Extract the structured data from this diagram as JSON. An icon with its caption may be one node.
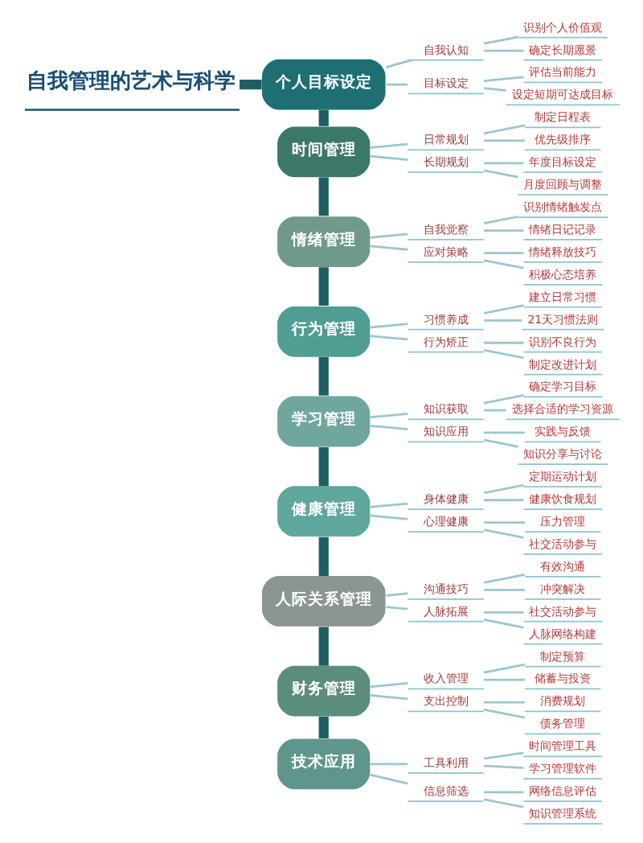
{
  "diagram": {
    "nodes": [
      {
        "text": [
          "自我管理的艺术与科学"
        ]
      },
      {
        "text": [
          "个人目标设定"
        ]
      },
      {
        "text": [
          "自我认知"
        ]
      },
      {
        "text": [
          "识别个人价值观"
        ]
      },
      {
        "text": [
          "确定长期愿景"
        ]
      },
      {
        "text": [
          "目标设定"
        ]
      },
      {
        "text": [
          "评估当前能力"
        ]
      },
      {
        "text": [
          "设定短期可达成目标"
        ]
      },
      {
        "text": [
          "时间管理"
        ]
      },
      {
        "text": [
          "日常规划"
        ]
      },
      {
        "text": [
          "制定日程表"
        ]
      },
      {
        "text": [
          "优先级排序"
        ]
      },
      {
        "text": [
          "长期规划"
        ]
      },
      {
        "text": [
          "年度目标设定"
        ]
      },
      {
        "text": [
          "月度回顾与调整"
        ]
      },
      {
        "text": [
          "情绪管理"
        ]
      },
      {
        "text": [
          "自我觉察"
        ]
      },
      {
        "text": [
          "识别情绪触发点"
        ]
      },
      {
        "text": [
          "情绪日记记录"
        ]
      },
      {
        "text": [
          "应对策略"
        ]
      },
      {
        "text": [
          "情绪释放技巧"
        ]
      },
      {
        "text": [
          "积极心态培养"
        ]
      },
      {
        "text": [
          "行为管理"
        ]
      },
      {
        "text": [
          "习惯养成"
        ]
      },
      {
        "text": [
          "建立日常习惯"
        ]
      },
      {
        "text": [
          "21天习惯法则"
        ]
      },
      {
        "text": [
          "行为矫正"
        ]
      },
      {
        "text": [
          "识别不良行为"
        ]
      },
      {
        "text": [
          "制定改进计划"
        ]
      },
      {
        "text": [
          "学习管理"
        ]
      },
      {
        "text": [
          "知识获取"
        ]
      },
      {
        "text": [
          "确定学习目标"
        ]
      },
      {
        "text": [
          "选择合适的学习资源"
        ]
      },
      {
        "text": [
          "知识应用"
        ]
      },
      {
        "text": [
          "实践与反馈"
        ]
      },
      {
        "text": [
          "知识分享与讨论"
        ]
      },
      {
        "text": [
          "健康管理"
        ]
      },
      {
        "text": [
          "身体健康"
        ]
      },
      {
        "text": [
          "定期运动计划"
        ]
      },
      {
        "text": [
          "健康饮食规划"
        ]
      },
      {
        "text": [
          "心理健康"
        ]
      },
      {
        "text": [
          "压力管理"
        ]
      },
      {
        "text": [
          "社交活动参与"
        ]
      },
      {
        "text": [
          "人际关系管理"
        ]
      },
      {
        "text": [
          "沟通技巧"
        ]
      },
      {
        "text": [
          "有效沟通"
        ]
      },
      {
        "text": [
          "冲突解决"
        ]
      },
      {
        "text": [
          "人脉拓展"
        ]
      },
      {
        "text": [
          "社交活动参与"
        ]
      },
      {
        "text": [
          "人脉网络构建"
        ]
      },
      {
        "text": [
          "财务管理"
        ]
      },
      {
        "text": [
          "收入管理"
        ]
      },
      {
        "text": [
          "制定预算"
        ]
      },
      {
        "text": [
          "储蓄与投资"
        ]
      },
      {
        "text": [
          "支出控制"
        ]
      },
      {
        "text": [
          "消费规划"
        ]
      },
      {
        "text": [
          "债务管理"
        ]
      },
      {
        "text": [
          "技术应用"
        ]
      },
      {
        "text": [
          "工具利用"
        ]
      },
      {
        "text": [
          "时间管理工具"
        ]
      },
      {
        "text": [
          "学习管理软件"
        ]
      },
      {
        "text": [
          "信息筛选"
        ]
      },
      {
        "text": [
          "网络信息评估"
        ]
      },
      {
        "text": [
          "知识管理系统"
        ]
      }
    ],
    "edges": [
      {
        "from": 0,
        "to": 1,
        "arrow": "none",
        "style": "thick",
        "color": "#1f5f63"
      },
      {
        "from": 1,
        "to": 2,
        "arrow": "none"
      },
      {
        "from": 2,
        "to": 3,
        "arrow": "none"
      },
      {
        "from": 2,
        "to": 4,
        "arrow": "none"
      },
      {
        "from": 1,
        "to": 5,
        "arrow": "none"
      },
      {
        "from": 5,
        "to": 6,
        "arrow": "none"
      },
      {
        "from": 5,
        "to": 7,
        "arrow": "none"
      },
      {
        "from": 1,
        "to": 8,
        "arrow": "none",
        "style": "thick",
        "color": "#1f5f63"
      },
      {
        "from": 8,
        "to": 9,
        "arrow": "none"
      },
      {
        "from": 9,
        "to": 10,
        "arrow": "none"
      },
      {
        "from": 9,
        "to": 11,
        "arrow": "none"
      },
      {
        "from": 8,
        "to": 12,
        "arrow": "none"
      },
      {
        "from": 12,
        "to": 13,
        "arrow": "none"
      },
      {
        "from": 12,
        "to": 14,
        "arrow": "none"
      },
      {
        "from": 8,
        "to": 15,
        "arrow": "none",
        "style": "thick",
        "color": "#1f5f63"
      },
      {
        "from": 15,
        "to": 16,
        "arrow": "none"
      },
      {
        "from": 16,
        "to": 17,
        "arrow": "none"
      },
      {
        "from": 16,
        "to": 18,
        "arrow": "none"
      },
      {
        "from": 15,
        "to": 19,
        "arrow": "none"
      },
      {
        "from": 19,
        "to": 20,
        "arrow": "none"
      },
      {
        "from": 19,
        "to": 21,
        "arrow": "none"
      },
      {
        "from": 15,
        "to": 22,
        "arrow": "none",
        "style": "thick",
        "color": "#1f5f63"
      },
      {
        "from": 22,
        "to": 23,
        "arrow": "none"
      },
      {
        "from": 23,
        "to": 24,
        "arrow": "none"
      },
      {
        "from": 23,
        "to": 25,
        "arrow": "none"
      },
      {
        "from": 22,
        "to": 26,
        "arrow": "none"
      },
      {
        "from": 26,
        "to": 27,
        "arrow": "none"
      },
      {
        "from": 26,
        "to": 28,
        "arrow": "none"
      },
      {
        "from": 22,
        "to": 29,
        "arrow": "none",
        "style": "thick",
        "color": "#1f5f63"
      },
      {
        "from": 29,
        "to": 30,
        "arrow": "none"
      },
      {
        "from": 30,
        "to": 31,
        "arrow": "none"
      },
      {
        "from": 30,
        "to": 32,
        "arrow": "none"
      },
      {
        "from": 29,
        "to": 33,
        "arrow": "none"
      },
      {
        "from": 33,
        "to": 34,
        "arrow": "none"
      },
      {
        "from": 33,
        "to": 35,
        "arrow": "none"
      },
      {
        "from": 29,
        "to": 36,
        "arrow": "none",
        "style": "thick",
        "color": "#1f5f63"
      },
      {
        "from": 36,
        "to": 37,
        "arrow": "none"
      },
      {
        "from": 37,
        "to": 38,
        "arrow": "none"
      },
      {
        "from": 37,
        "to": 39,
        "arrow": "none"
      },
      {
        "from": 36,
        "to": 40,
        "arrow": "none"
      },
      {
        "from": 40,
        "to": 41,
        "arrow": "none"
      },
      {
        "from": 40,
        "to": 42,
        "arrow": "none"
      },
      {
        "from": 36,
        "to": 43,
        "arrow": "none",
        "style": "thick",
        "color": "#1f5f63"
      },
      {
        "from": 43,
        "to": 44,
        "arrow": "none"
      },
      {
        "from": 44,
        "to": 45,
        "arrow": "none"
      },
      {
        "from": 44,
        "to": 46,
        "arrow": "none"
      },
      {
        "from": 43,
        "to": 47,
        "arrow": "none"
      },
      {
        "from": 47,
        "to": 48,
        "arrow": "none"
      },
      {
        "from": 47,
        "to": 49,
        "arrow": "none"
      },
      {
        "from": 43,
        "to": 50,
        "arrow": "none",
        "style": "thick",
        "color": "#1f5f63"
      },
      {
        "from": 50,
        "to": 51,
        "arrow": "none"
      },
      {
        "from": 51,
        "to": 52,
        "arrow": "none"
      },
      {
        "from": 51,
        "to": 53,
        "arrow": "none"
      },
      {
        "from": 50,
        "to": 54,
        "arrow": "none"
      },
      {
        "from": 54,
        "to": 55,
        "arrow": "none"
      },
      {
        "from": 54,
        "to": 56,
        "arrow": "none"
      },
      {
        "from": 50,
        "to": 57,
        "arrow": "none",
        "style": "thick",
        "color": "#1f5f63"
      },
      {
        "from": 57,
        "to": 58,
        "arrow": "none"
      },
      {
        "from": 58,
        "to": 59,
        "arrow": "none"
      },
      {
        "from": 58,
        "to": 60,
        "arrow": "none"
      },
      {
        "from": 57,
        "to": 61,
        "arrow": "none"
      },
      {
        "from": 61,
        "to": 62,
        "arrow": "none"
      },
      {
        "from": 61,
        "to": 63,
        "arrow": "none"
      }
    ]
  }
}
